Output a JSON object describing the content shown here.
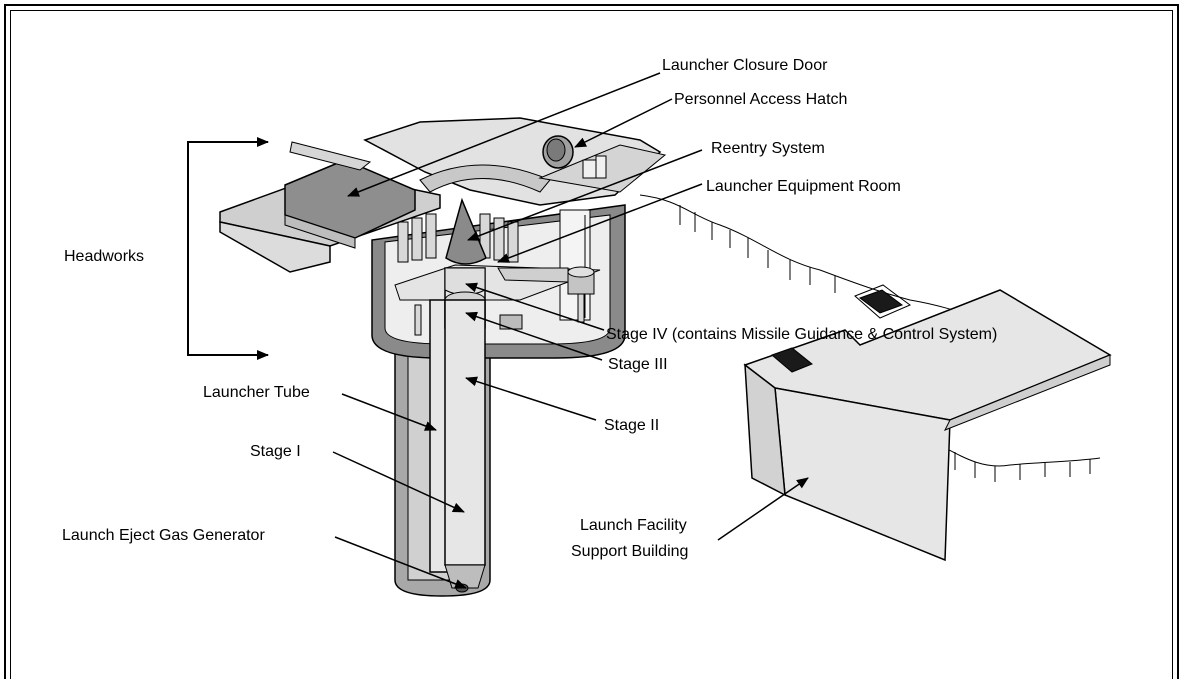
{
  "labels": {
    "closure_door": "Launcher Closure Door",
    "access_hatch": "Personnel Access Hatch",
    "reentry": "Reentry System",
    "equipment_room": "Launcher Equipment Room",
    "headworks": "Headworks",
    "stage4": "Stage IV (contains Missile Guidance & Control System)",
    "stage3": "Stage III",
    "launcher_tube": "Launcher Tube",
    "stage2": "Stage II",
    "stage1": "Stage I",
    "support_building_1": "Launch Facility",
    "support_building_2": "Support Building",
    "gas_generator": "Launch Eject Gas Generator"
  }
}
